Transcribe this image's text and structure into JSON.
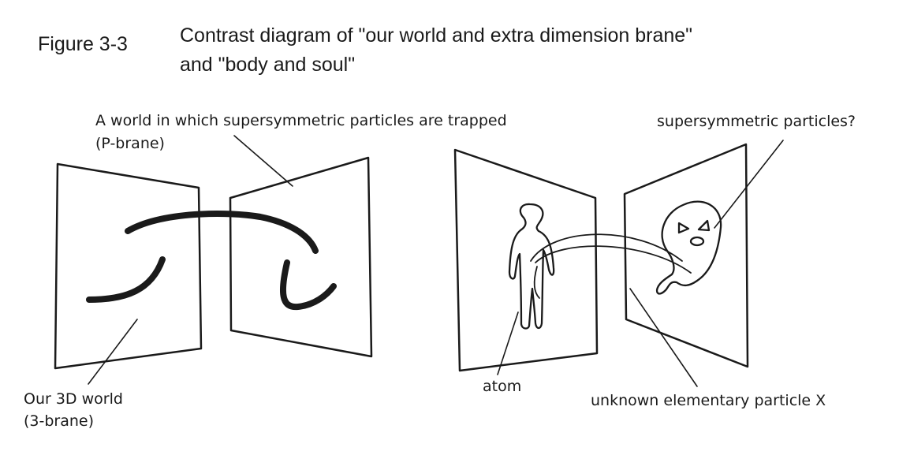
{
  "figure": {
    "label": "Figure 3-3",
    "title_line1": "Contrast diagram of \"our world and extra dimension brane\"",
    "title_line2": "and \"body and soul\""
  },
  "labels": {
    "pbrane_line1": "A world in which supersymmetric particles are trapped",
    "pbrane_line2": "(P-brane)",
    "susy_particles": "supersymmetric particles?",
    "our_world_line1": "Our 3D world",
    "our_world_line2": "(3-brane)",
    "atom": "atom",
    "particle_x": "unknown elementary particle X"
  },
  "colors": {
    "ink": "#1a1a1a",
    "background": "#ffffff"
  }
}
